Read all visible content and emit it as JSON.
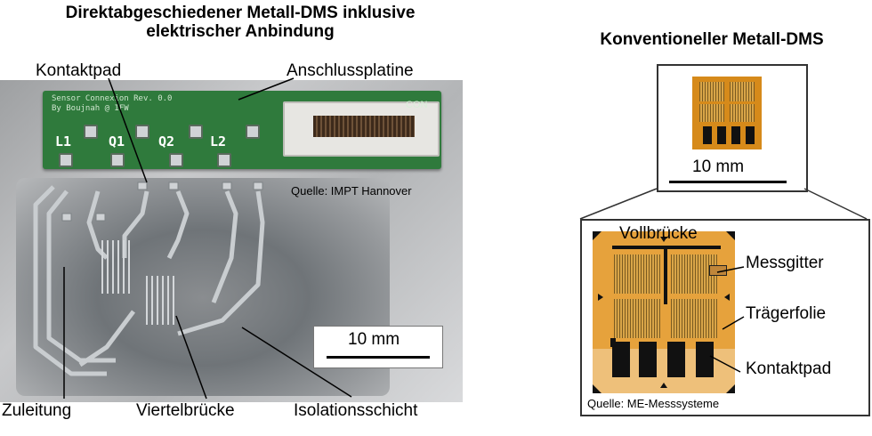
{
  "left_panel": {
    "title_line1": "Direktabgeschiedener Metall-DMS inklusive",
    "title_line2": "elektrischer Anbindung",
    "labels": {
      "kontaktpad": "Kontaktpad",
      "anschlussplatine": "Anschlussplatine",
      "zuleitung": "Zuleitung",
      "viertelbruecke": "Viertelbrücke",
      "isolationsschicht": "Isolationsschicht"
    },
    "source": "Quelle: IMPT Hannover",
    "scale": "10 mm",
    "pcb_text": [
      "Sensor Connexion Rev. 0.0",
      "By Boujnah @ IFW"
    ],
    "pcb_labels": [
      "L1",
      "Q1",
      "Q2",
      "L2"
    ],
    "connector_label": "CON"
  },
  "right_panel": {
    "title": "Konventioneller Metall-DMS",
    "scale": "10 mm",
    "labels": {
      "vollbruecke": "Vollbrücke",
      "messgitter": "Messgitter",
      "traegerfolie": "Trägerfolie",
      "kontaktpad": "Kontaktpad"
    },
    "source": "Quelle: ME-Messsysteme"
  }
}
